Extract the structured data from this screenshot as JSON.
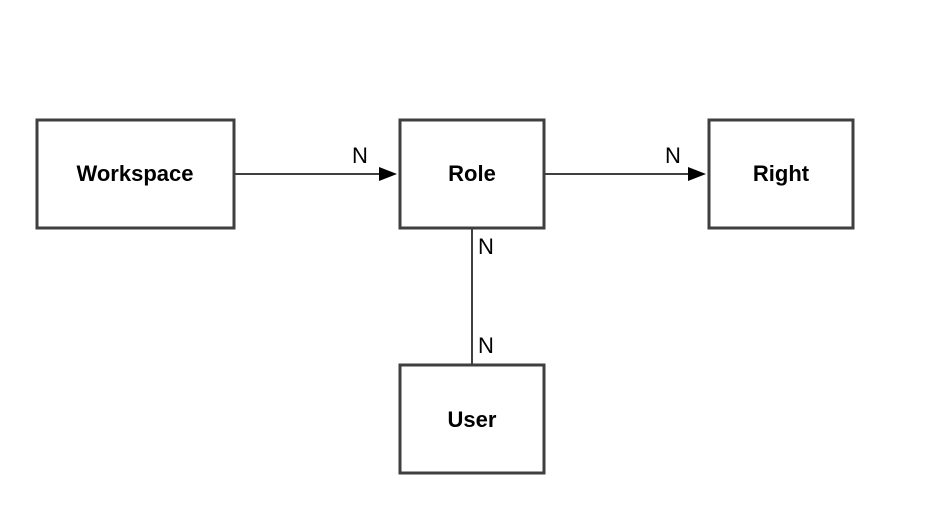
{
  "entities": {
    "workspace": "Workspace",
    "role": "Role",
    "right": "Right",
    "user": "User"
  },
  "cardinality": {
    "workspace_role": "N",
    "role_right": "N",
    "role_user_top": "N",
    "role_user_bottom": "N"
  }
}
